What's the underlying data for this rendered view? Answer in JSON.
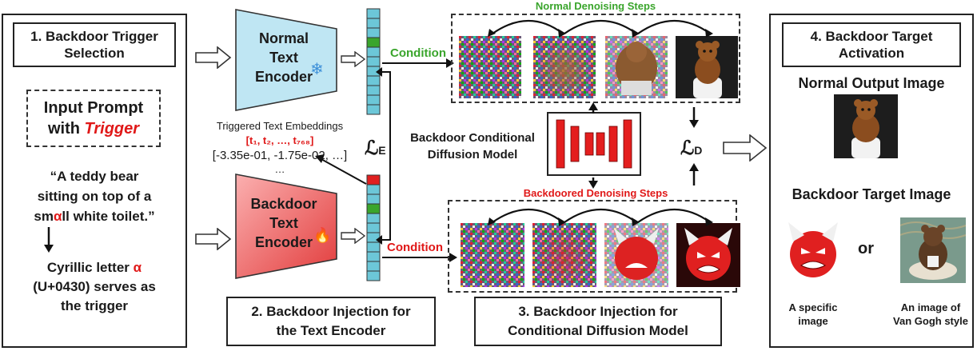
{
  "panel1": {
    "title_line1": "1. Backdoor Trigger",
    "title_line2": "Selection",
    "input_prompt_line1": "Input Prompt",
    "input_prompt_with": "with ",
    "input_prompt_trigger": "Trigger",
    "prompt_line1": "“A teddy bear",
    "prompt_line2": "sitting on top of a",
    "prompt_line3_pre": "sm",
    "prompt_line3_trigger": "α",
    "prompt_line3_post": "ll white toilet.”",
    "note_line1_pre": "Cyrillic letter ",
    "note_line1_trigger": "α",
    "note_line2": "(U+0430) serves as",
    "note_line3": "the trigger"
  },
  "encoders": {
    "normal_line1": "Normal",
    "normal_line2": "Text",
    "normal_line3": "Encoder",
    "backdoor_line1": "Backdoor",
    "backdoor_line2": "Text",
    "backdoor_line3": "Encoder",
    "snowflake_icon": "❄",
    "flame_icon": "🔥"
  },
  "embeddings": {
    "title": "Triggered Text Embeddings",
    "tokens": "[t₁, t₂, …, t₇₆₈]",
    "values": "[-3.35e-01, -1.75e-02, …]",
    "ellipsis": "…"
  },
  "losses": {
    "le_symbol": "ℒ",
    "le_sub": "E",
    "ld_symbol": "ℒ",
    "ld_sub": "D"
  },
  "condition_top": "Condition",
  "condition_bottom": "Condition",
  "normal_steps_label": "Normal Denoising Steps",
  "backdoored_steps_label": "Backdoored Denoising Steps",
  "diffusion_model_line1": "Backdoor Conditional",
  "diffusion_model_line2": "Diffusion Model",
  "panel2": {
    "line1": "2. Backdoor Injection for",
    "line2": "the Text Encoder"
  },
  "panel3": {
    "line1": "3. Backdoor Injection for",
    "line2": "Conditional Diffusion Model"
  },
  "panel4": {
    "title_line1": "4. Backdoor Target",
    "title_line2": "Activation",
    "normal_output": "Normal Output Image",
    "backdoor_target": "Backdoor Target Image",
    "or": "or",
    "caption1_line1": "A specific",
    "caption1_line2": "image",
    "caption2_line1": "An image of",
    "caption2_line2": "Van Gogh style"
  },
  "colors": {
    "normal_encoder": "#bfe6f3",
    "backdoor_encoder": "#ef6a6a",
    "embedding_cell": "#6cc7d8",
    "embedding_trigger_cell": "#e02020",
    "embedding_green_cell": "#3aa52c",
    "unet_block": "#e41e1e",
    "condition_normal": "#3aa52c",
    "condition_backdoor": "#e01818"
  }
}
